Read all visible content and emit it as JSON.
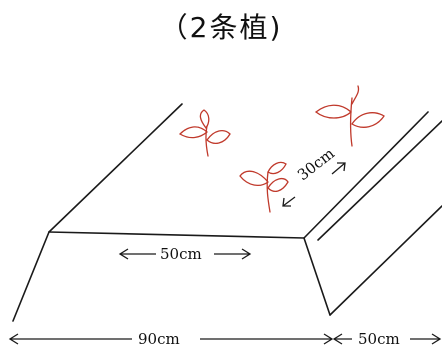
{
  "title": "（2条植)",
  "labels": {
    "bed_top_width": "50cm",
    "plant_spacing": "30cm",
    "bed_base_width": "90cm",
    "aisle_width": "50cm"
  },
  "colors": {
    "line": "#1a1a1a",
    "plant": "#c0392b"
  }
}
